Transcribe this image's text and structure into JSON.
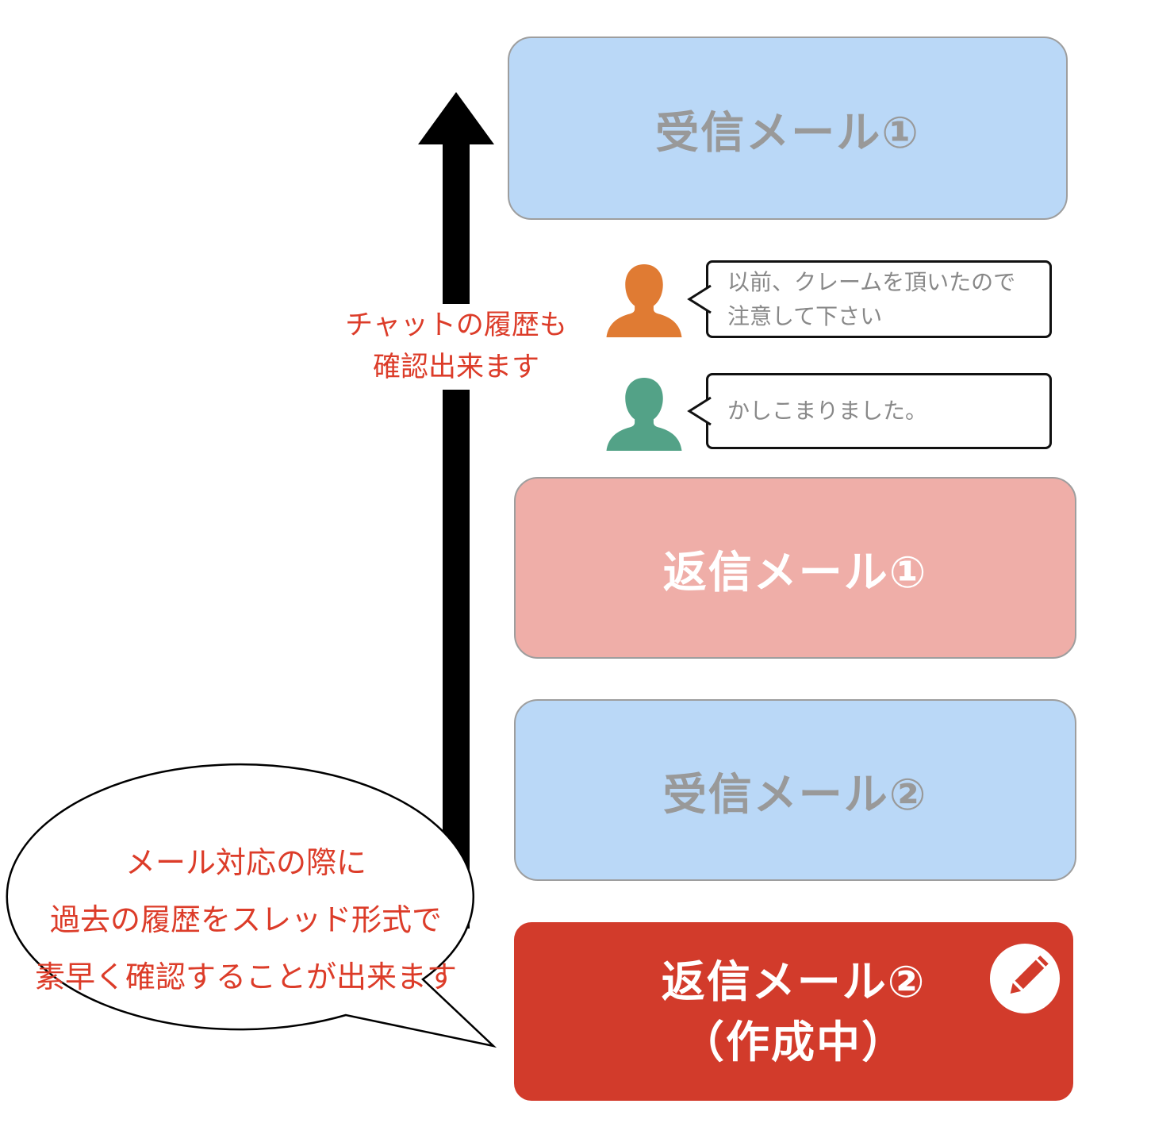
{
  "thread": {
    "boxes": [
      {
        "label": "受信メール①",
        "type": "received"
      },
      {
        "label": "返信メール①",
        "type": "reply"
      },
      {
        "label": "受信メール②",
        "type": "received"
      },
      {
        "label": "返信メール②",
        "sublabel": "（作成中）",
        "type": "reply-in-progress"
      }
    ]
  },
  "chat": {
    "messages": [
      {
        "speaker": "orange-person",
        "line1": "以前、クレームを頂いたので",
        "line2": "注意して下さい"
      },
      {
        "speaker": "green-person",
        "line1": "かしこまりました。"
      }
    ]
  },
  "annotations": {
    "arrow_label": {
      "line1": "チャットの履歴も",
      "line2": "確認出来ます"
    },
    "balloon": {
      "line1": "メール対応の際に",
      "line2": "過去の履歴をスレッド形式で",
      "line3": "素早く確認することが出来ます"
    }
  },
  "icons": {
    "pencil": "edit-pencil-icon",
    "avatar1": "person-icon",
    "avatar2": "person-icon",
    "arrow": "up-arrow"
  },
  "colors": {
    "received_box_bg": "#BAD8F7",
    "received_box_text": "#999999",
    "box_border": "#9E9E9E",
    "reply_box_bg": "#EFAEA8",
    "reply_active_bg": "#D23B2B",
    "box_text_white": "#FFFFFF",
    "chat_text": "#888888",
    "chat_bubble_border": "#111111",
    "annotation_red": "#DC3C29",
    "avatar_orange": "#E07B33",
    "avatar_green": "#53A287",
    "arrow_black": "#000000"
  }
}
